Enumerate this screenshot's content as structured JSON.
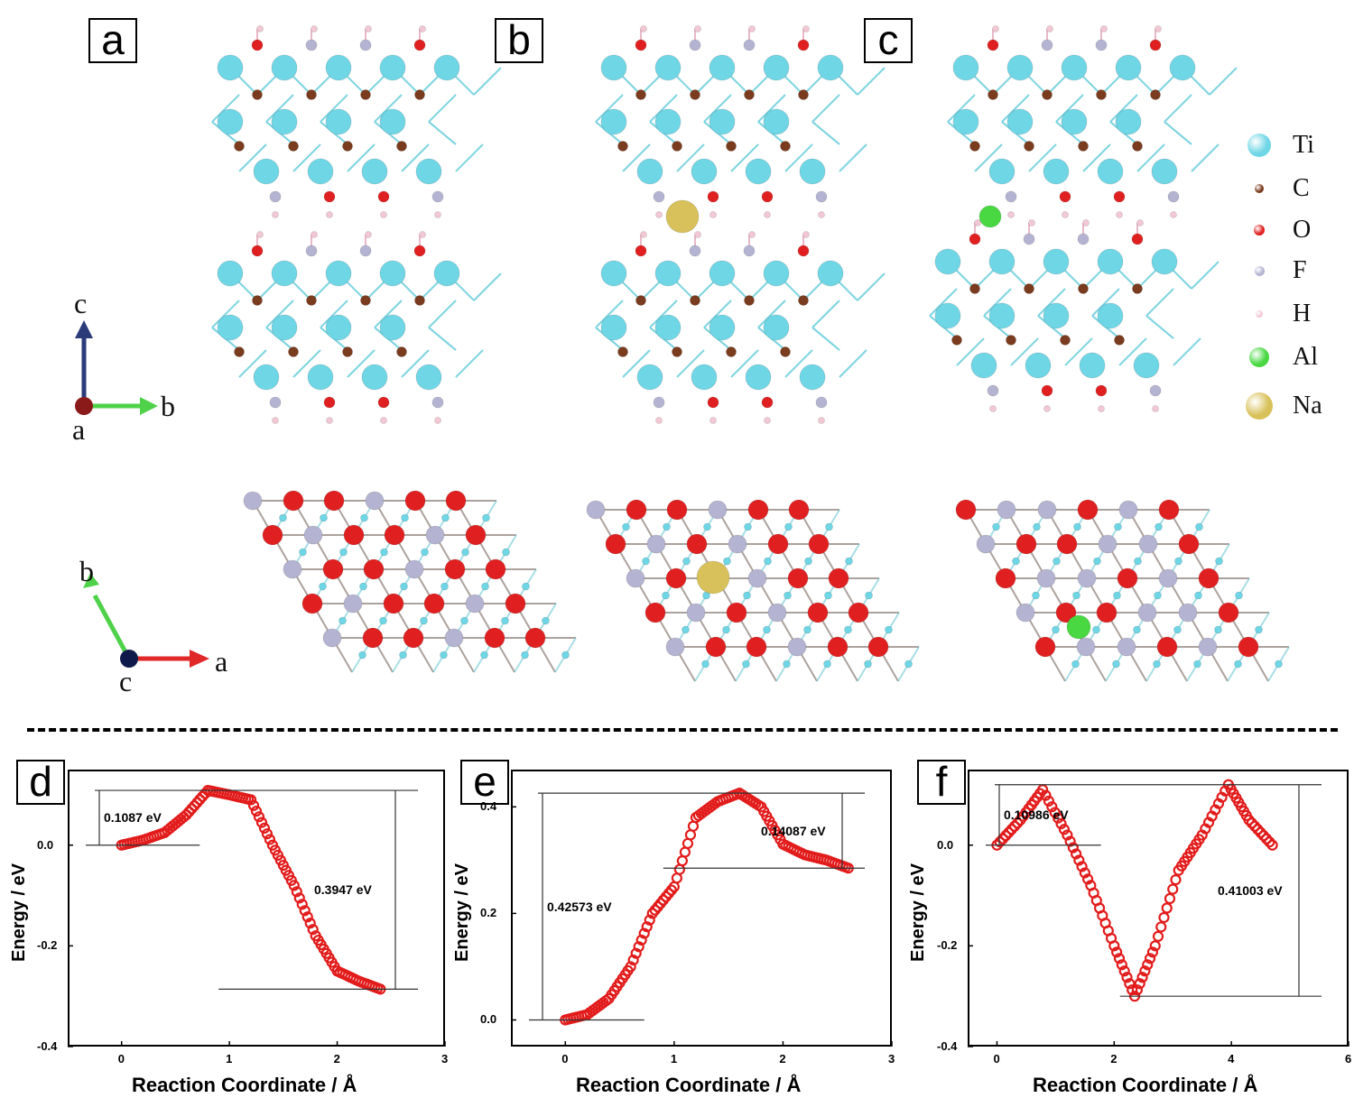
{
  "panels": {
    "a": "a",
    "b": "b",
    "c": "c",
    "d": "d",
    "e": "e",
    "f": "f"
  },
  "legend": [
    {
      "label": "Ti",
      "color": "#6fd6e6"
    },
    {
      "label": "C",
      "color": "#7a3b1e"
    },
    {
      "label": "O",
      "color": "#e02020"
    },
    {
      "label": "F",
      "color": "#b4b4d2"
    },
    {
      "label": "H",
      "color": "#f2c8d4"
    },
    {
      "label": "Al",
      "color": "#49d842"
    },
    {
      "label": "Na",
      "color": "#d8c15a"
    }
  ],
  "axes_top": {
    "up": "c",
    "right": "b",
    "origin": "a"
  },
  "axes_bottom": {
    "up": "b",
    "right": "a",
    "origin": "c"
  },
  "charts_text": {
    "ylabel": "Energy / eV",
    "xlabel": "Reaction Coordinate / Å"
  },
  "chart_data": [
    {
      "type": "line",
      "panel": "d",
      "xlim": [
        -0.5,
        3
      ],
      "ylim": [
        -0.4,
        0.15
      ],
      "xticks": [
        "0",
        "1",
        "2",
        "3"
      ],
      "yticks": [
        "-0.4",
        "-0.2",
        "0.0"
      ],
      "x": [
        0,
        0.2,
        0.4,
        0.6,
        0.8,
        1.0,
        1.2,
        1.4,
        1.6,
        1.8,
        2.0,
        2.2,
        2.4
      ],
      "y": [
        0,
        0.01,
        0.025,
        0.06,
        0.1087,
        0.1,
        0.09,
        0.0,
        -0.08,
        -0.18,
        -0.25,
        -0.27,
        -0.286
      ],
      "annotations": [
        "0.1087 eV",
        "0.3947 eV"
      ]
    },
    {
      "type": "line",
      "panel": "e",
      "xlim": [
        -0.5,
        3
      ],
      "ylim": [
        -0.05,
        0.47
      ],
      "xticks": [
        "0",
        "1",
        "2",
        "3"
      ],
      "yticks": [
        "0.0",
        "0.2",
        "0.4"
      ],
      "x": [
        0,
        0.2,
        0.4,
        0.6,
        0.8,
        1.0,
        1.2,
        1.4,
        1.6,
        1.8,
        2.0,
        2.2,
        2.4,
        2.6
      ],
      "y": [
        0,
        0.01,
        0.04,
        0.1,
        0.2,
        0.25,
        0.38,
        0.41,
        0.42573,
        0.4,
        0.33,
        0.31,
        0.3,
        0.285
      ],
      "annotations": [
        "0.42573 eV",
        "0.14087 eV"
      ]
    },
    {
      "type": "line",
      "panel": "f",
      "xlim": [
        -0.5,
        6
      ],
      "ylim": [
        -0.4,
        0.15
      ],
      "xticks": [
        "0",
        "2",
        "4",
        "6"
      ],
      "yticks": [
        "-0.4",
        "-0.2",
        "0.0"
      ],
      "x": [
        0,
        0.4,
        0.78,
        1.2,
        1.6,
        2.0,
        2.35,
        2.7,
        3.1,
        3.5,
        3.95,
        4.3,
        4.7
      ],
      "y": [
        0,
        0.05,
        0.11,
        0.02,
        -0.08,
        -0.2,
        -0.3,
        -0.2,
        -0.05,
        0.02,
        0.12,
        0.05,
        0.0
      ],
      "annotations": [
        "0.10986 eV",
        "0.41003 eV"
      ]
    }
  ]
}
